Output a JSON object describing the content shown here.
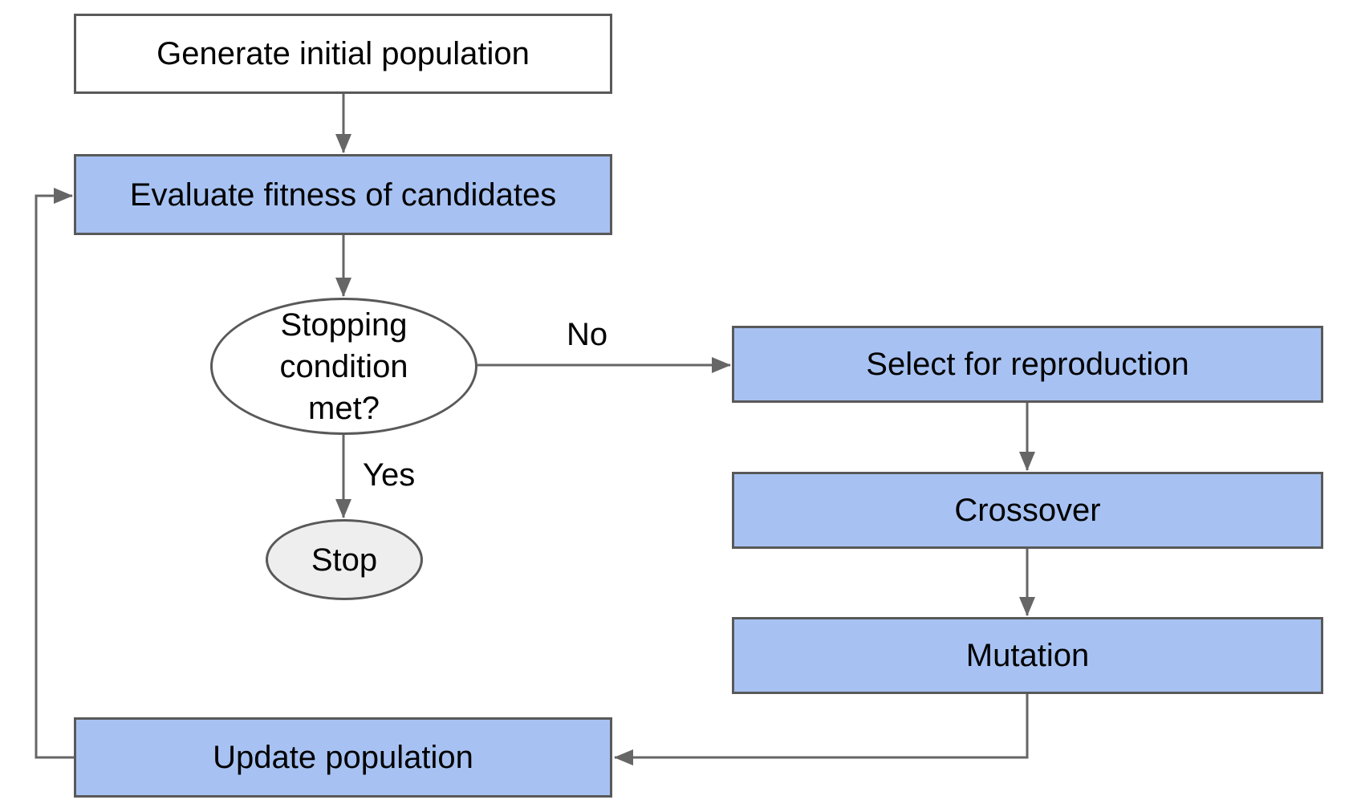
{
  "diagram": {
    "type": "flowchart",
    "nodes": {
      "generate": {
        "label": "Generate initial population",
        "shape": "rectangle",
        "fill": "#ffffff"
      },
      "evaluate": {
        "label": "Evaluate fitness of candidates",
        "shape": "rectangle",
        "fill": "#a7c2f2"
      },
      "stopping": {
        "lines": [
          "Stopping",
          "condition",
          "met?"
        ],
        "label": "Stopping condition met?",
        "shape": "ellipse",
        "fill": "#ffffff"
      },
      "stop": {
        "label": "Stop",
        "shape": "ellipse",
        "fill": "#eeeeee"
      },
      "select": {
        "label": "Select for reproduction",
        "shape": "rectangle",
        "fill": "#a7c2f2"
      },
      "crossover": {
        "label": "Crossover",
        "shape": "rectangle",
        "fill": "#a7c2f2"
      },
      "mutation": {
        "label": "Mutation",
        "shape": "rectangle",
        "fill": "#a7c2f2"
      },
      "update": {
        "label": "Update population",
        "shape": "rectangle",
        "fill": "#a7c2f2"
      }
    },
    "edges": [
      {
        "from": "generate",
        "to": "evaluate",
        "label": ""
      },
      {
        "from": "evaluate",
        "to": "stopping",
        "label": ""
      },
      {
        "from": "stopping",
        "to": "select",
        "label": "No"
      },
      {
        "from": "stopping",
        "to": "stop",
        "label": "Yes"
      },
      {
        "from": "select",
        "to": "crossover",
        "label": ""
      },
      {
        "from": "crossover",
        "to": "mutation",
        "label": ""
      },
      {
        "from": "mutation",
        "to": "update",
        "label": ""
      },
      {
        "from": "update",
        "to": "evaluate",
        "label": ""
      }
    ],
    "edge_labels": {
      "no": "No",
      "yes": "Yes"
    },
    "colors": {
      "node_blue": "#a7c2f2",
      "node_white": "#ffffff",
      "node_gray": "#eeeeee",
      "border": "#595959",
      "connector": "#666666",
      "text": "#000000",
      "background": "#ffffff"
    }
  }
}
